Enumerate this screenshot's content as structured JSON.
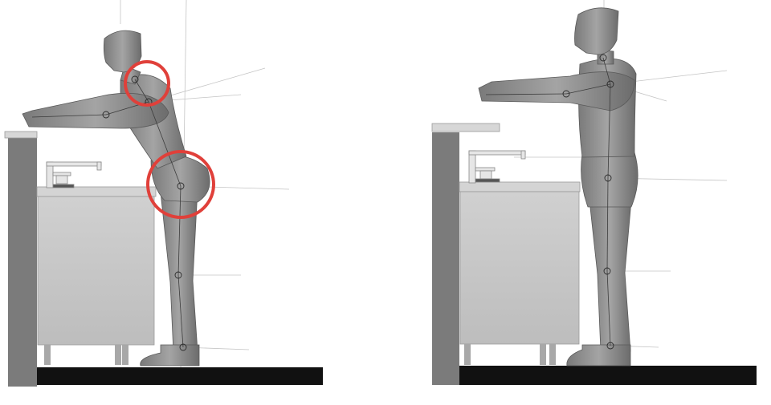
{
  "colors": {
    "background": "#ffffff",
    "floor": "#111111",
    "wall": "#7a7a7a",
    "cabinet": "#c8c8c8",
    "countertop": "#d2d2d2",
    "mannequin": "#8c8c8c",
    "mannequin_dark": "#6e6e6e",
    "guide_line": "#bdbdbd",
    "highlight_circle": "#e0403a"
  },
  "panels": [
    {
      "id": "left",
      "posture": "leaning-forward",
      "highlights": [
        "neck-shoulder",
        "hip"
      ]
    },
    {
      "id": "right",
      "posture": "upright",
      "highlights": []
    }
  ],
  "icons": [
    "faucet-icon",
    "joint-marker-icon"
  ]
}
